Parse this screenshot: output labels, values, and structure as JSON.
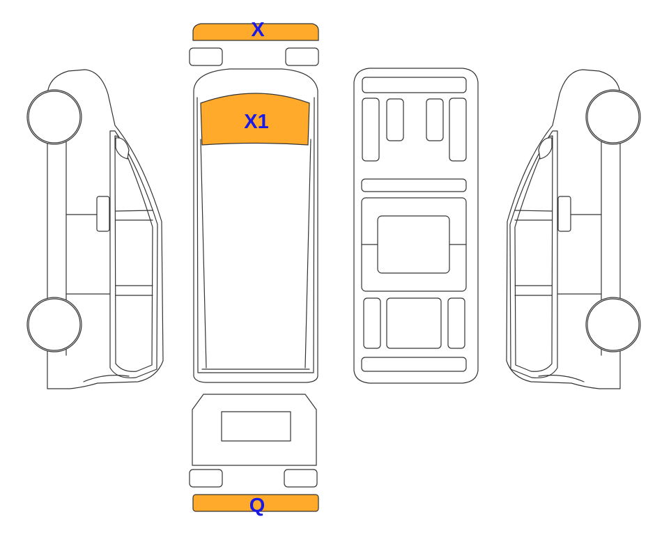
{
  "diagram": {
    "highlight_color": "#FFAA2B",
    "label_color": "#1A1AE6",
    "line_color": "#333333",
    "labels": {
      "front_bumper": "X",
      "windshield": "X1",
      "rear_bumper": "Q"
    }
  }
}
